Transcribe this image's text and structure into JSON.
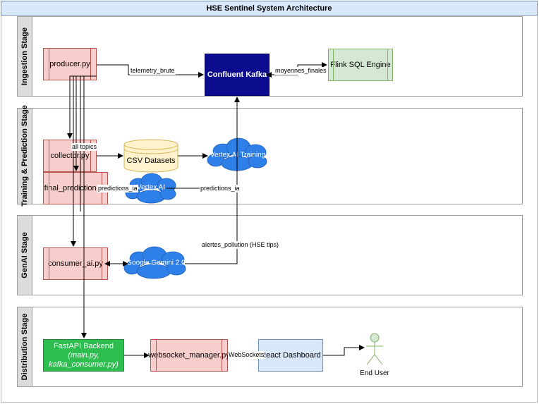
{
  "title": "HSE Sentinel System Architecture",
  "lanes": [
    {
      "label": "Ingestion Stage"
    },
    {
      "label": "Training & Prediction Stage"
    },
    {
      "label": "GenAI Stage"
    },
    {
      "label": "Distribution Stage"
    }
  ],
  "nodes": {
    "producer": "producer.py",
    "kafka": "Confluent Kafka",
    "flink": "Flink SQL Engine",
    "collector": "collector.py",
    "csv": "CSV Datasets",
    "vertex_training": "Vertex AI Training",
    "final_prediction": "final_prediction.py",
    "vertex_ai": "Vertex AI",
    "consumer_ai": "consumer_ai.py",
    "gemini": "Google Gemini 2.0",
    "fastapi_title": "FastAPI Backend",
    "fastapi_sub1": "(main.py,",
    "fastapi_sub2": "kafka_consumer.py)",
    "websocket_manager": "websocket_manager.py",
    "react_dashboard": "React Dashboard",
    "end_user": "End User"
  },
  "edge_labels": {
    "telemetry": "telemetry_brute",
    "moyennes": "moyennes_finales",
    "all_topics": "all topics",
    "predictions_ia_left": "predictions_ia",
    "predictions_ia_right": "predictions_ia",
    "alertes": "alertes_pollution (HSE tips)",
    "websockets": "WebSockets"
  },
  "colors": {
    "process_fill": "#f8cecc",
    "process_stroke": "#b85450",
    "kafka_fill": "#0b0c8e",
    "flink_fill": "#d5e8d4",
    "csv_fill": "#fff2cc",
    "cloud_fill": "#2f7fe8",
    "fastapi_fill": "#2ebd4f",
    "react_fill": "#dae8fc",
    "actor_fill": "#d5e8d4"
  }
}
